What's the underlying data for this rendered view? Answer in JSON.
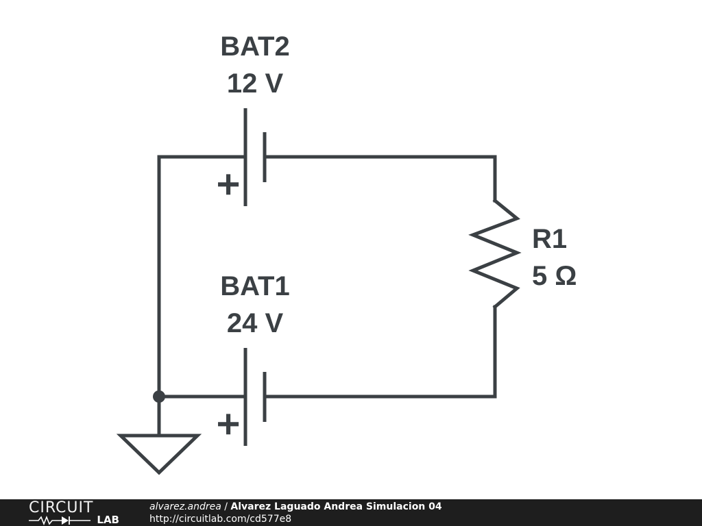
{
  "components": {
    "bat2": {
      "name": "BAT2",
      "value": "12 V",
      "polarity": "+"
    },
    "bat1": {
      "name": "BAT1",
      "value": "24 V",
      "polarity": "+"
    },
    "r1": {
      "name": "R1",
      "value": "5 Ω"
    }
  },
  "footer": {
    "logo_top": "CIRCUIT",
    "logo_bottom": "LAB",
    "author": "alvarez.andrea",
    "separator": " / ",
    "title": "Alvarez Laguado Andrea Simulacion 04",
    "url": "http://circuitlab.com/cd577e8"
  },
  "colors": {
    "ink": "#3b4044",
    "footer_bg": "#1e1e1e",
    "background": "#ffffff"
  }
}
